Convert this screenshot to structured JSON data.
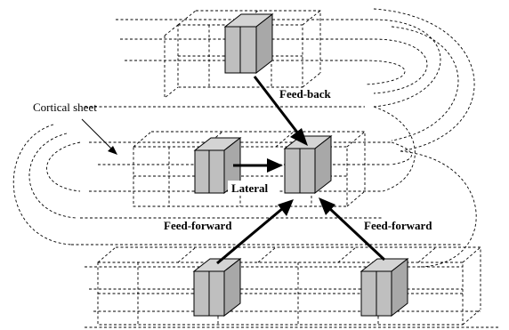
{
  "labels": {
    "cortical_sheet": "Cortical sheet",
    "feedback": "Feed-back",
    "lateral": "Lateral",
    "feedforward_left": "Feed-forward",
    "feedforward_right": "Feed-forward"
  },
  "colors": {
    "block_fill": "#bfbfbf",
    "line": "#000000",
    "background": "#ffffff"
  }
}
